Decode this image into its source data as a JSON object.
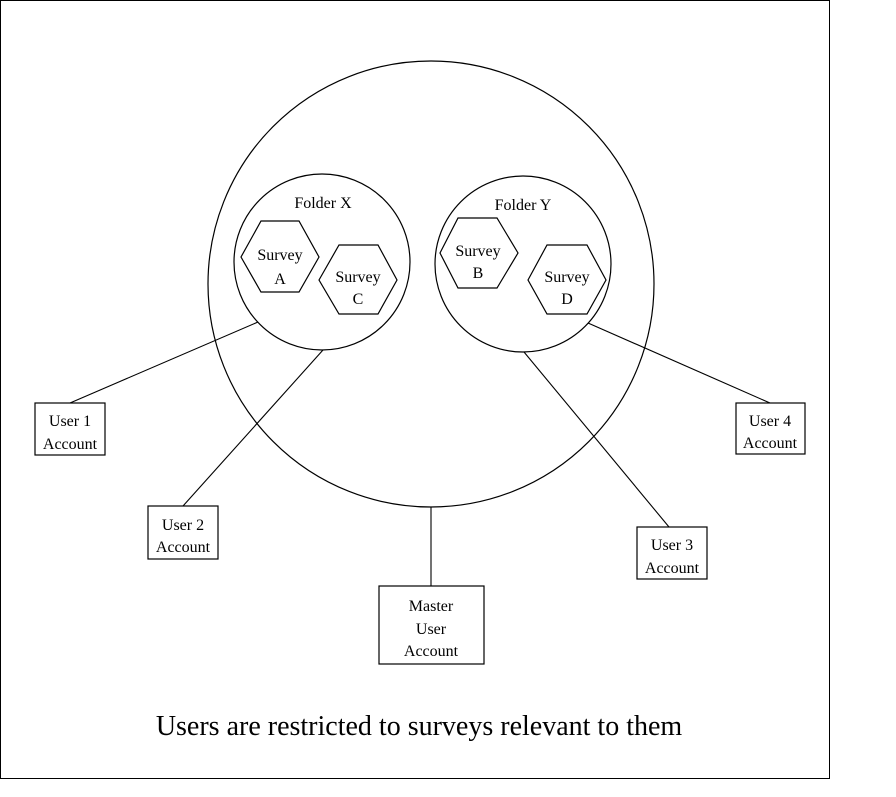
{
  "folders": {
    "x": {
      "label": "Folder X"
    },
    "y": {
      "label": "Folder Y"
    }
  },
  "surveys": {
    "a": {
      "line1": "Survey",
      "line2": "A"
    },
    "b": {
      "line1": "Survey",
      "line2": "B"
    },
    "c": {
      "line1": "Survey",
      "line2": "C"
    },
    "d": {
      "line1": "Survey",
      "line2": "D"
    }
  },
  "accounts": {
    "user1": {
      "line1": "User 1",
      "line2": "Account"
    },
    "user2": {
      "line1": "User 2",
      "line2": "Account"
    },
    "user3": {
      "line1": "User 3",
      "line2": "Account"
    },
    "user4": {
      "line1": "User 4",
      "line2": "Account"
    },
    "master": {
      "line1": "Master",
      "line2": "User",
      "line3": "Account"
    }
  },
  "caption": "Users are restricted to surveys relevant to them"
}
